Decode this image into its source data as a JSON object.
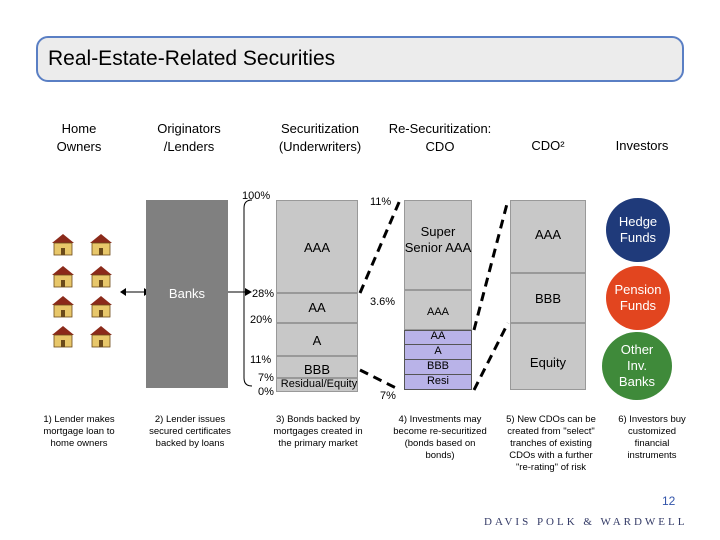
{
  "title": "Real-Estate-Related Securities",
  "headers": {
    "home_owners": "Home Owners",
    "originators": "Originators /Lenders",
    "securitization": "Securitization (Underwriters)",
    "resecuritization": "Re-Securitization: CDO",
    "cdo2": "CDO²",
    "investors": "Investors"
  },
  "banks_label": "Banks",
  "securitization_percents": {
    "p100": "100%",
    "p28": "28%",
    "p20": "20%",
    "p11": "11%",
    "p7": "7%",
    "p0": "0%"
  },
  "securitization_tranches": {
    "aaa": "AAA",
    "aa": "AA",
    "a": "A",
    "bbb": "BBB",
    "residual": "Residual/Equity"
  },
  "cdo_percents": {
    "p11": "11%",
    "p36": "3.6%",
    "p7": "7%"
  },
  "cdo_tranches": {
    "super_senior": "Super Senior AAA",
    "aaa": "AAA",
    "aa": "AA",
    "a": "A",
    "bbb": "BBB",
    "resi": "Resi"
  },
  "cdo2_tranches": {
    "aaa": "AAA",
    "bbb": "BBB",
    "equity": "Equity"
  },
  "investors": {
    "hedge": "Hedge Funds",
    "pension": "Pension Funds",
    "other": "Other Inv. Banks"
  },
  "notes": {
    "n1": "1) Lender makes mortgage loan to home owners",
    "n2": "2) Lender issues secured certificates backed by loans",
    "n3": "3) Bonds backed by mortgages created in the primary market",
    "n4": "4) Investments may become re-securitized (bonds based on bonds)",
    "n5": "5) New CDOs can be created from \"select\" tranches of existing CDOs with a further \"re-rating\" of risk",
    "n6": "6) Investors buy customized financial instruments"
  },
  "page_number": "12",
  "firm": "DAVIS POLK & WARDWELL",
  "colors": {
    "title_border": "#5a7fc4",
    "hedge": "#1f3a7a",
    "pension": "#e2451f",
    "other": "#3f8a3a",
    "cdo_band": "#b9b3e8"
  }
}
